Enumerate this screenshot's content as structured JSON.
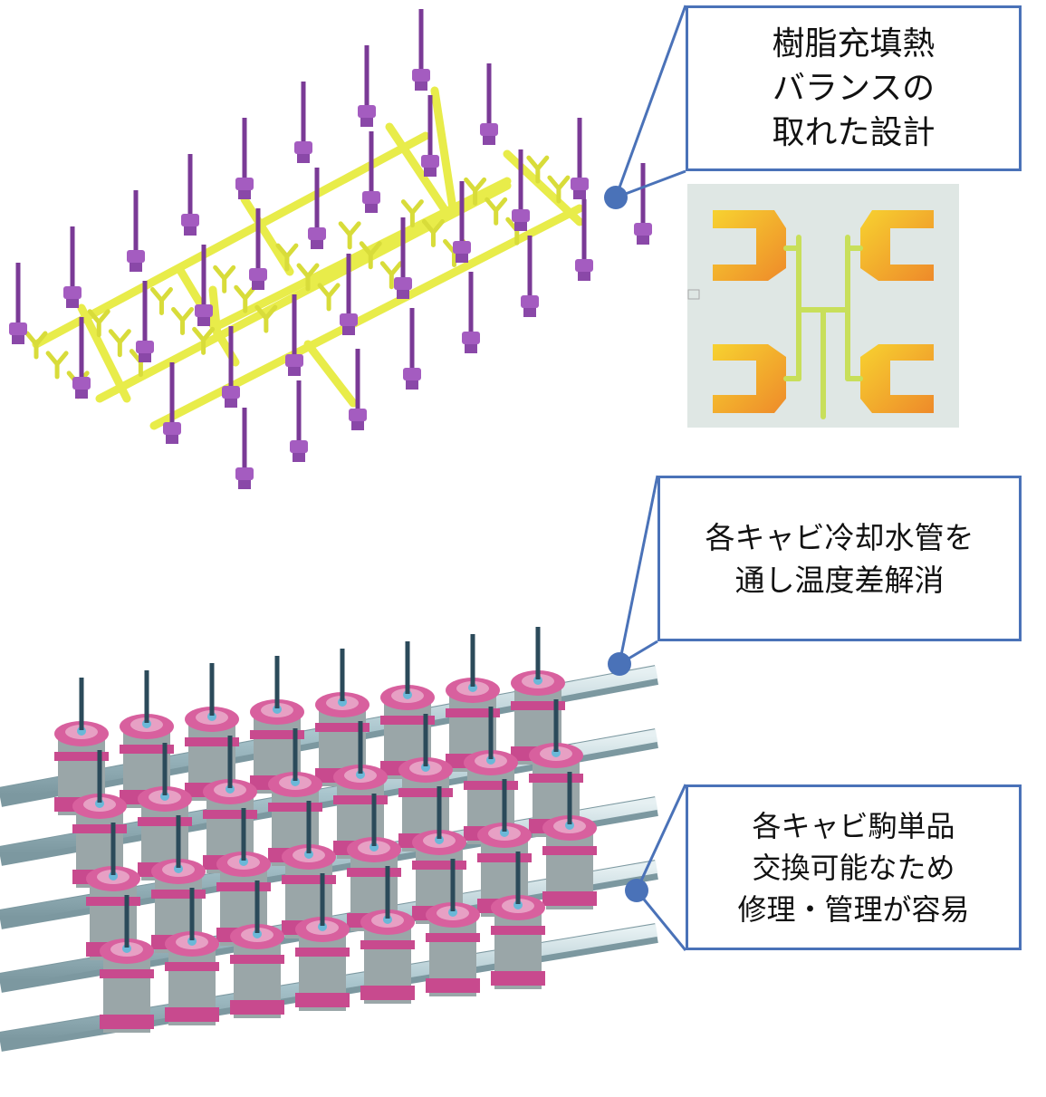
{
  "callouts": {
    "resin_fill": {
      "lines": [
        "樹脂充填熱",
        "バランスの",
        "取れた設計"
      ]
    },
    "cooling": {
      "lines": [
        "各キャビ冷却水管を",
        "通し温度差解消"
      ]
    },
    "replace": {
      "lines": [
        "各キャビ駒単品",
        "交換可能なため",
        "修理・管理が容易"
      ]
    }
  },
  "colors": {
    "callout_border": "#4a72b8",
    "runner": "#eef05a",
    "pin": "#a45cc0",
    "core": "#c84a8e",
    "pipe": "#a8c4cc",
    "photo_bg": "#dfe7e4",
    "photo_part": "#f2a23a"
  },
  "icons": [
    "callout-dot-icon"
  ]
}
